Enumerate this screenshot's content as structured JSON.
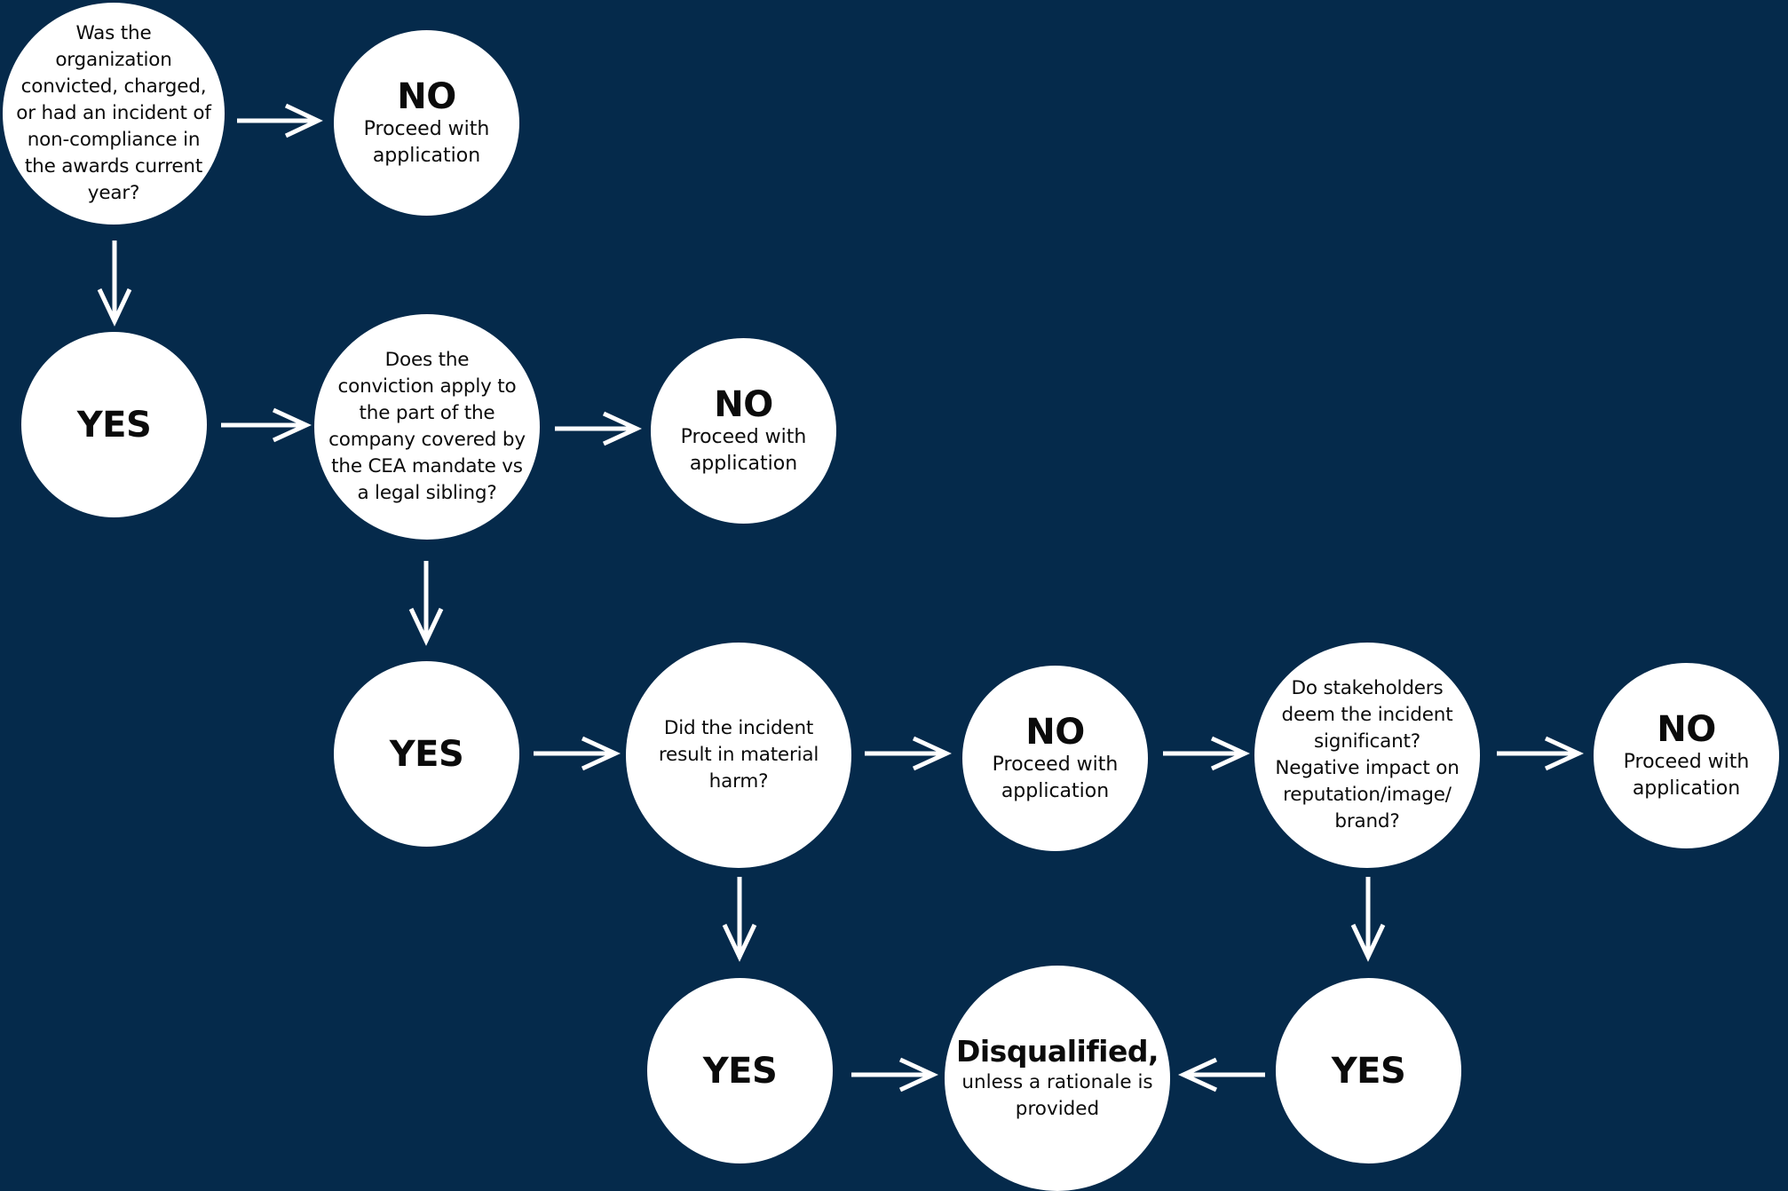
{
  "colors": {
    "background": "#052a4b",
    "node_fill": "#ffffff",
    "text": "#0b0b0b",
    "arrow": "#ffffff"
  },
  "nodes": {
    "q1": {
      "text": "Was the\norganization\nconvicted, charged,\nor had an incident of\nnon-compliance in\nthe awards current\nyear?"
    },
    "no1": {
      "title": "NO",
      "subtitle": "Proceed with\napplication"
    },
    "yes1": {
      "label": "YES"
    },
    "q2": {
      "text": "Does the\nconviction apply to\nthe part of the\ncompany covered by\nthe CEA mandate vs\na legal sibling?"
    },
    "no2": {
      "title": "NO",
      "subtitle": "Proceed with\napplication"
    },
    "yes2": {
      "label": "YES"
    },
    "q3": {
      "text": "Did the incident\nresult in material\nharm?"
    },
    "no3": {
      "title": "NO",
      "subtitle": "Proceed with\napplication"
    },
    "q4": {
      "text": "Do stakeholders\ndeem the incident\nsignificant?\nNegative impact on\nreputation/image/\nbrand?"
    },
    "no4": {
      "title": "NO",
      "subtitle": "Proceed with\napplication"
    },
    "yes3": {
      "label": "YES"
    },
    "disq": {
      "title": "Disqualified,",
      "subtitle": "unless a rationale is\nprovided"
    },
    "yes4": {
      "label": "YES"
    }
  }
}
